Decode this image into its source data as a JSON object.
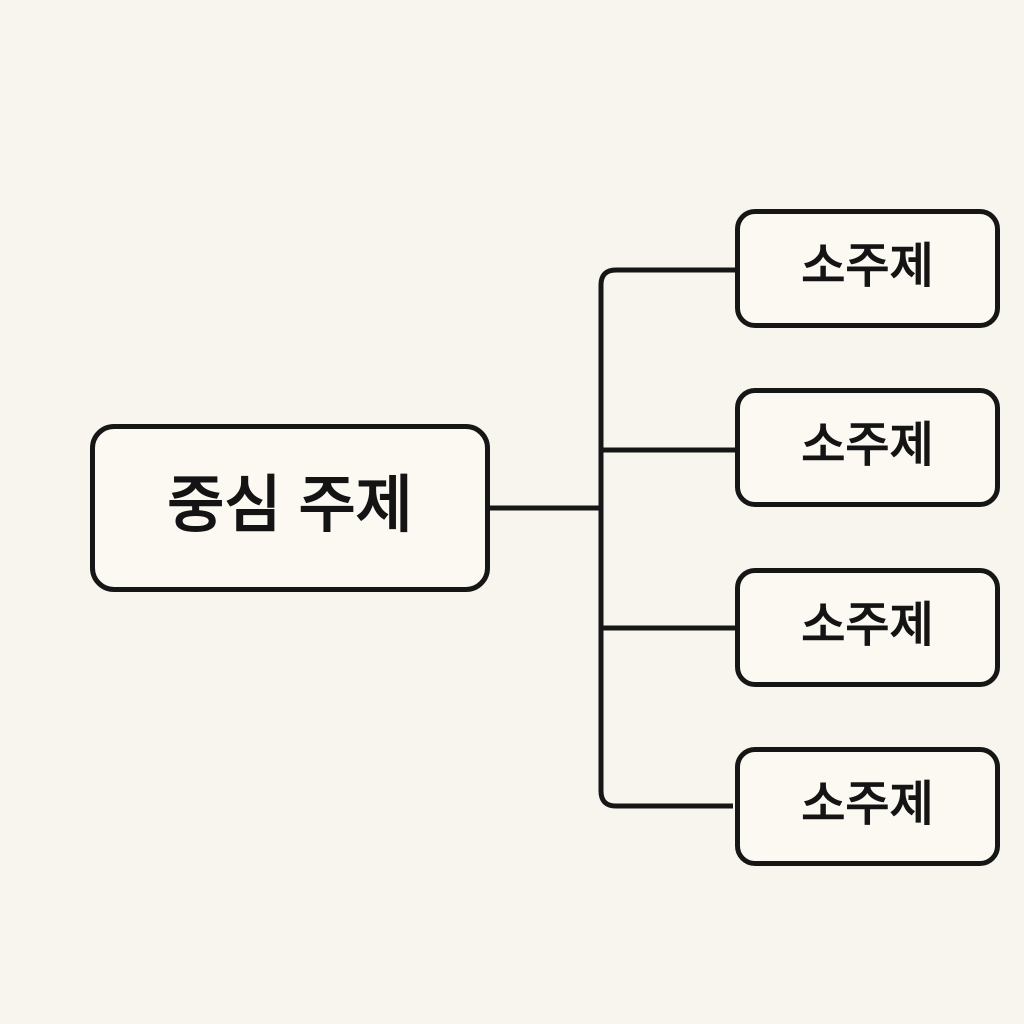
{
  "diagram": {
    "type": "mindmap",
    "central": {
      "label": "중심 주제"
    },
    "subtopics": [
      {
        "label": "소주제"
      },
      {
        "label": "소주제"
      },
      {
        "label": "소주제"
      },
      {
        "label": "소주제"
      }
    ]
  },
  "colors": {
    "background": "#f8f5ee",
    "node_fill": "#fbf9f2",
    "line": "#161616",
    "text": "#141414"
  }
}
